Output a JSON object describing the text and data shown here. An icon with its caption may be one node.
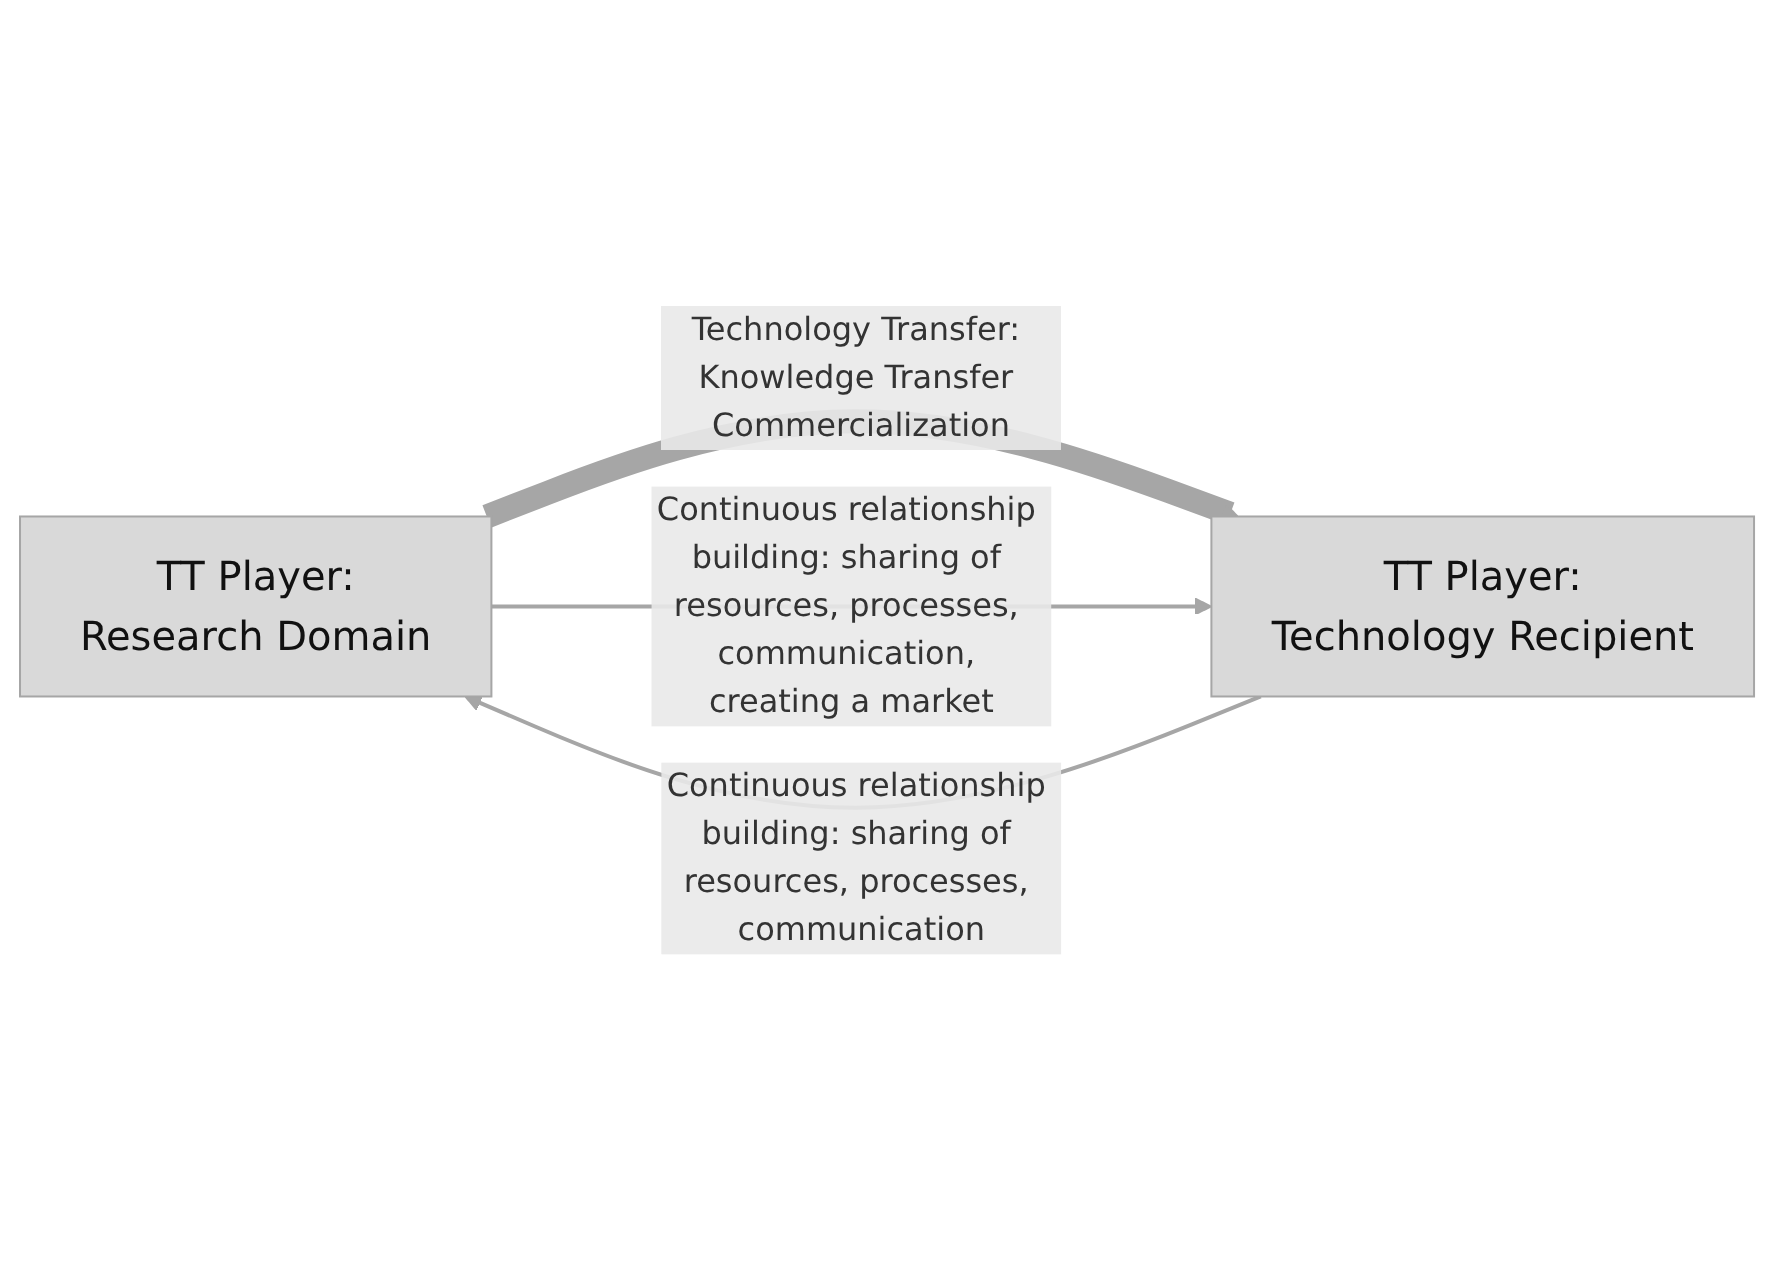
{
  "diagram": {
    "nodes": [
      {
        "text": [
          "TT Player:",
          "Research Domain"
        ]
      },
      {
        "text": [
          "TT Player:",
          "Technology Recipient"
        ]
      }
    ],
    "edges": [
      {
        "from": 0,
        "to": 1,
        "arrow": "to",
        "style": "thick",
        "label": "Technology Transfer: Knowledge Transfer Commercialization"
      },
      {
        "from": 1,
        "to": 0,
        "arrow": "to",
        "label": "Continuous relationship building: sharing of resources, processes, communication"
      },
      {
        "from": 0,
        "to": 1,
        "arrow": "to",
        "label": "Continuous relationship building: sharing of resources, processes, communication, creating a market"
      }
    ]
  }
}
